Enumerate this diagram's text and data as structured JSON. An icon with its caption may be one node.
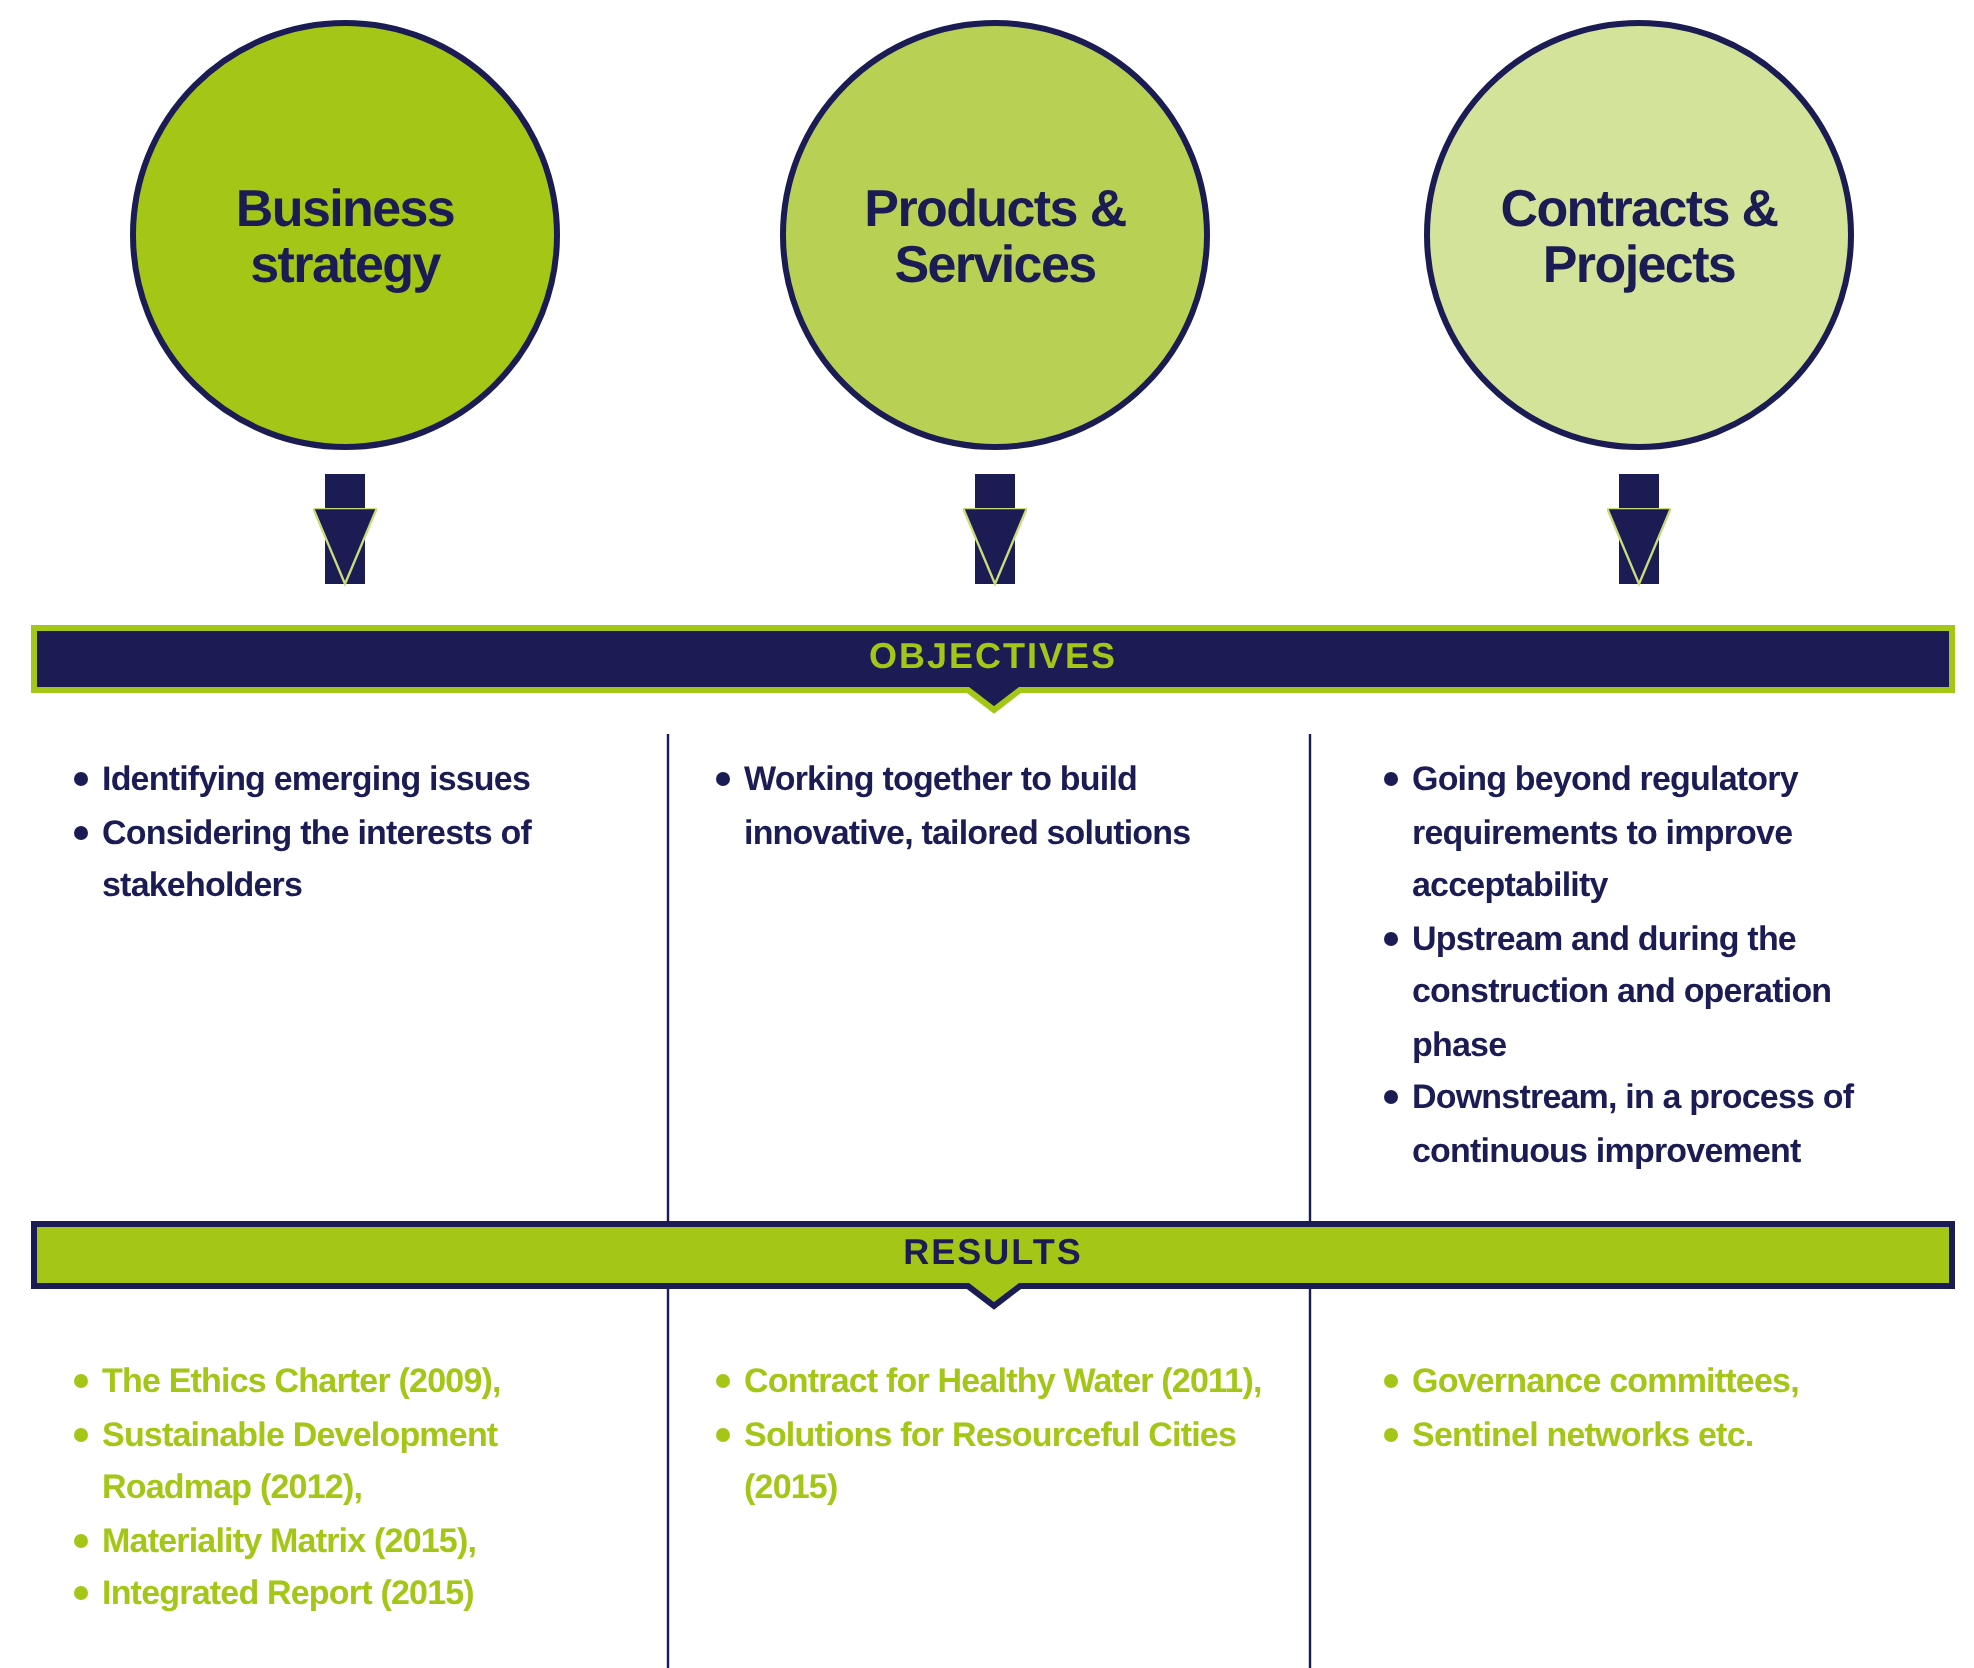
{
  "diagram": {
    "nodes": [
      {
        "text": [
          "Business strategy"
        ]
      },
      {
        "text": [
          "Products & Services"
        ]
      },
      {
        "text": [
          "Contracts & Projects"
        ]
      },
      {
        "text": [
          "OBJECTIVES"
        ]
      },
      {
        "text": [
          "RESULTS"
        ]
      }
    ],
    "edges": [
      {
        "from": 0,
        "to": 3,
        "arrow": "to"
      },
      {
        "from": 1,
        "to": 3,
        "arrow": "to"
      },
      {
        "from": 2,
        "to": 3,
        "arrow": "to"
      }
    ],
    "labels": [
      "Identifying emerging issues",
      "Considering the interests of stakeholders",
      "Working together to build innovative, tailored solutions",
      "Going beyond regulatory requirements to improve acceptability",
      "Upstream and during the construction and operation phase",
      "Downstream, in a process of continuous improvement",
      "The Ethics Charter (2009),",
      "Sustainable Development Roadmap (2012),",
      "Materiality Matrix (2015),",
      "Integrated Report (2015)",
      "Contract for Healthy Water (2011),",
      "Solutions for Resourceful Cities (2015)",
      "Governance committees,",
      "Sentinel networks etc."
    ]
  }
}
